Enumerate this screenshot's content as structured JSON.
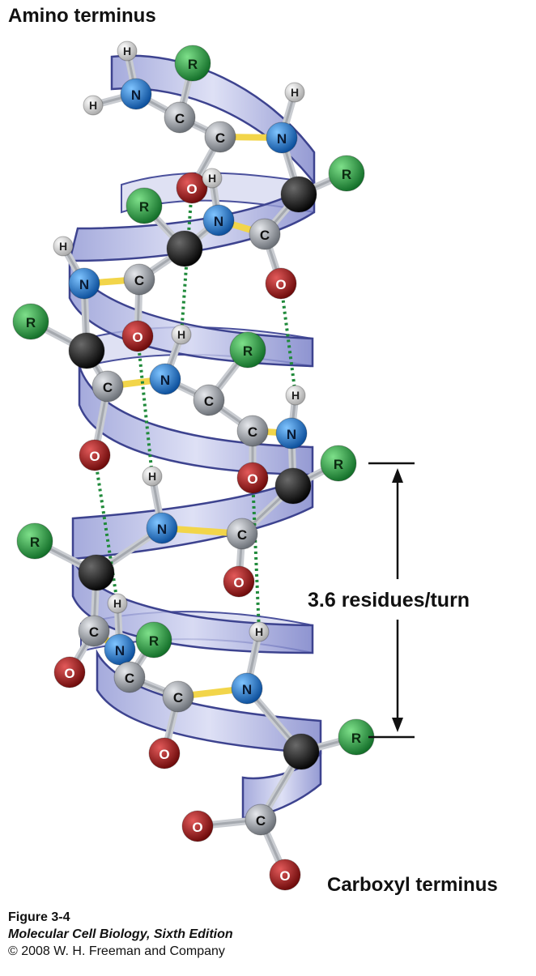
{
  "figure": {
    "title_top": "Amino terminus",
    "title_bottom": "Carboxyl terminus",
    "turn_annotation": "3.6 residues/turn",
    "caption": {
      "figure_number": "Figure 3-4",
      "book": "Molecular Cell Biology, Sixth Edition",
      "copyright": "© 2008 W. H. Freeman and Company"
    }
  },
  "atom_labels": {
    "hydrogen": "H",
    "nitrogen": "N",
    "carbon": "C",
    "oxygen": "O",
    "side_chain": "R"
  },
  "colors": {
    "ribbon": "#aeb3e0",
    "ribbon_edge": "#3d438f",
    "hydrogen": "#e6e6e6",
    "nitrogen": "#2878c8",
    "carbon_carbonyl": "#9ea3aa",
    "carbon_alpha": "#1e1e1e",
    "oxygen": "#b01e1e",
    "side_chain": "#2aa43a",
    "hydrogen_bond": "#1f8a3a",
    "peptide_bond": "#f2d54a"
  }
}
